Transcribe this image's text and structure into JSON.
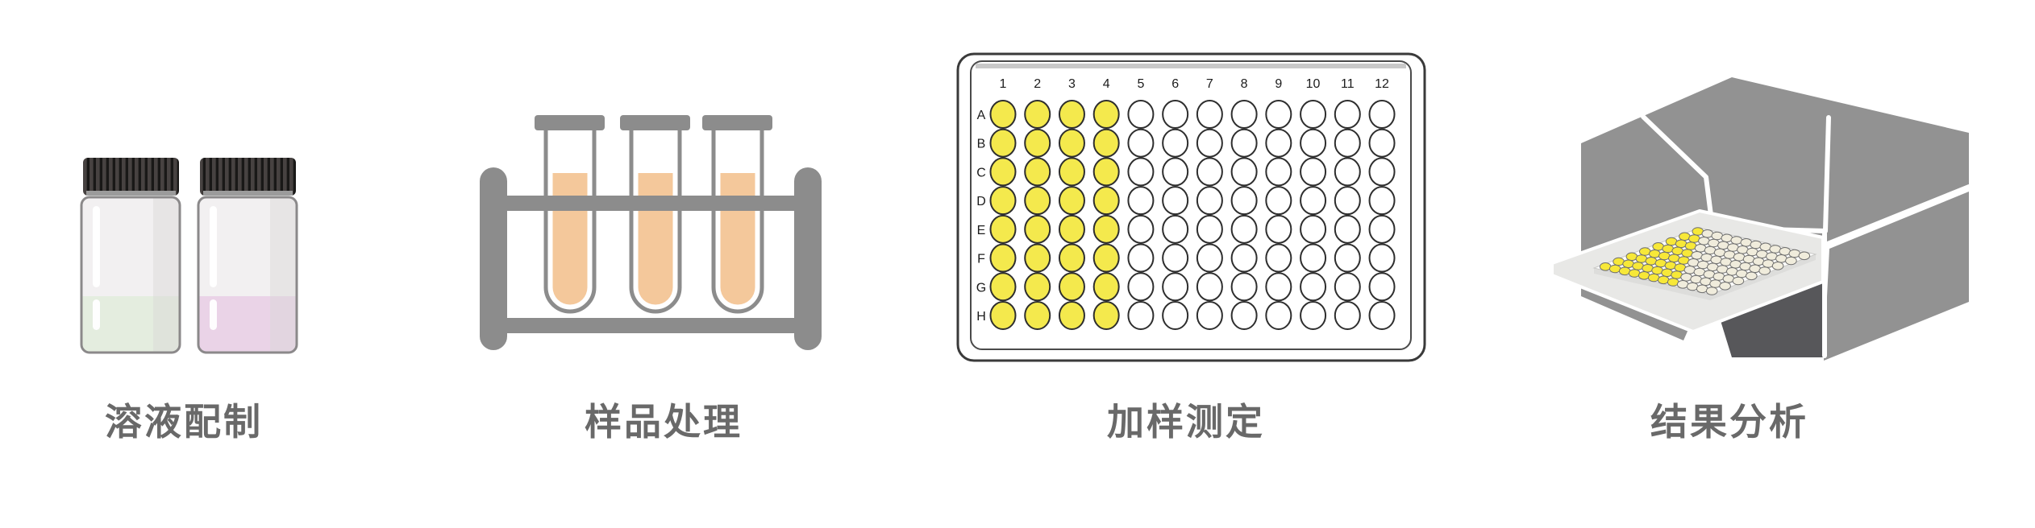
{
  "figure": {
    "kind": "lab-workflow-diagram",
    "step_count": 4
  },
  "steps": [
    {
      "id": "solution-preparation",
      "label": "溶液配制",
      "icon": "reagent-vials-icon"
    },
    {
      "id": "sample-processing",
      "label": "样品处理",
      "icon": "test-tube-rack-icon"
    },
    {
      "id": "sample-loading",
      "label": "加样测定",
      "icon": "96-well-plate-icon"
    },
    {
      "id": "result-analysis",
      "label": "结果分析",
      "icon": "microplate-reader-icon"
    }
  ],
  "plate": {
    "row_labels": [
      "A",
      "B",
      "C",
      "D",
      "E",
      "F",
      "G",
      "H"
    ],
    "column_labels": [
      "1",
      "2",
      "3",
      "4",
      "5",
      "6",
      "7",
      "8",
      "9",
      "10",
      "11",
      "12"
    ],
    "filled_columns": 4,
    "filled_color": "#f4e94d",
    "empty_color": "#ffffff",
    "well_outline": "#2e2e2e"
  },
  "reader_plate": {
    "rows": 8,
    "cols": 12,
    "fill_pattern": "diagonal-front-left",
    "filled_color": "#f7e838",
    "empty_color": "#f0ecdc",
    "well_outline": "#6f6f6f"
  },
  "colors": {
    "label_text": "#696969",
    "rack_gray": "#8c8c8c",
    "tube_liquid_orange": "#f4c89b",
    "vial_liquid_green": "#e4eddf",
    "vial_liquid_pink": "#ead3e7",
    "vial_cap_dark": "#474241",
    "machine_gray": "#929292",
    "machine_slot_dark": "#57575a",
    "tray_light": "#e8e8e6"
  }
}
